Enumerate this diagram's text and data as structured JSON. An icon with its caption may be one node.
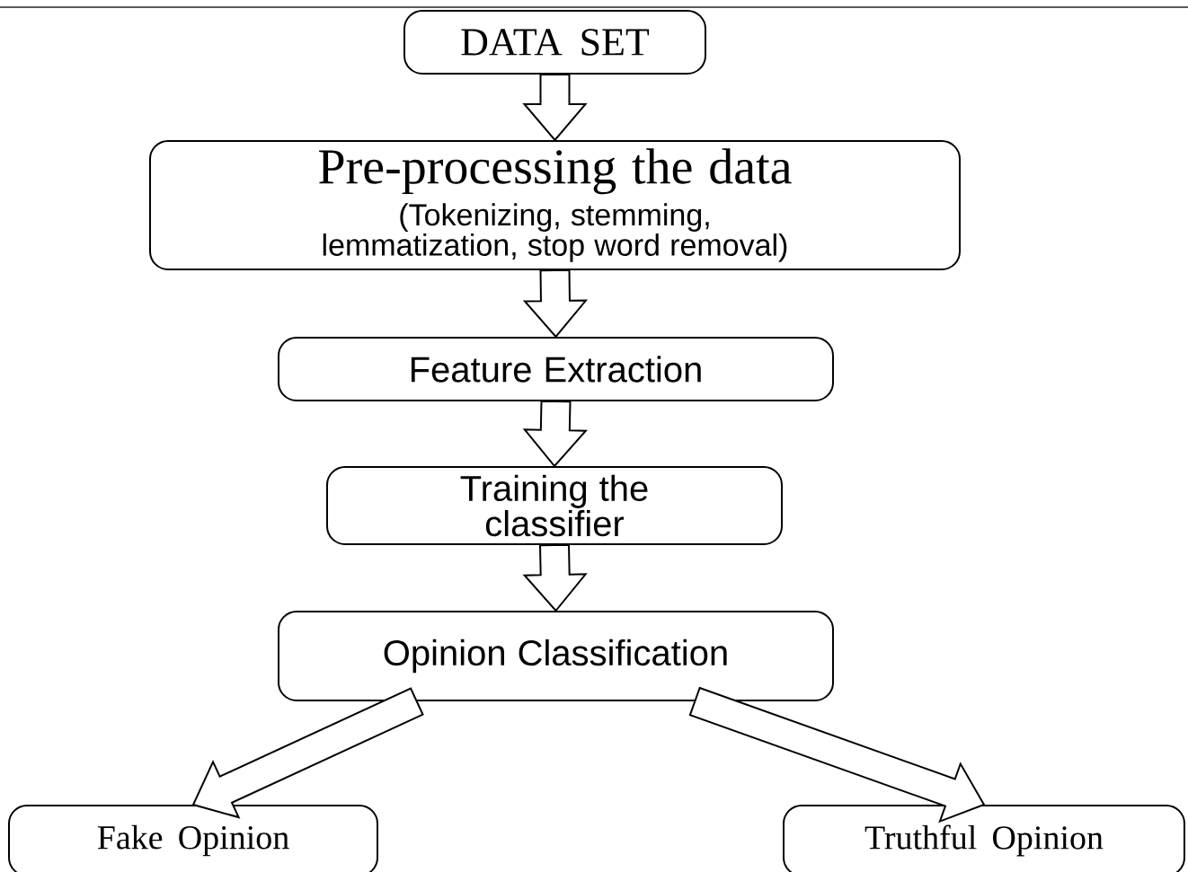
{
  "diagram": {
    "nodes": [
      {
        "text": [
          "DATA SET"
        ]
      },
      {
        "text": [
          "Pre-processing the data",
          "(Tokenizing, stemming, lemmatization, stop word removal)"
        ]
      },
      {
        "text": [
          "Feature Extraction"
        ]
      },
      {
        "text": [
          "Training the classifier"
        ]
      },
      {
        "text": [
          "Opinion Classification"
        ]
      },
      {
        "text": [
          "Fake Opinion"
        ]
      },
      {
        "text": [
          "Truthful Opinion"
        ]
      }
    ],
    "edges": [
      {
        "from": 0,
        "to": 1,
        "arrow": "to"
      },
      {
        "from": 1,
        "to": 2,
        "arrow": "to"
      },
      {
        "from": 2,
        "to": 3,
        "arrow": "to"
      },
      {
        "from": 3,
        "to": 4,
        "arrow": "to"
      },
      {
        "from": 4,
        "to": 5,
        "arrow": "to"
      },
      {
        "from": 4,
        "to": 6,
        "arrow": "to"
      }
    ]
  }
}
